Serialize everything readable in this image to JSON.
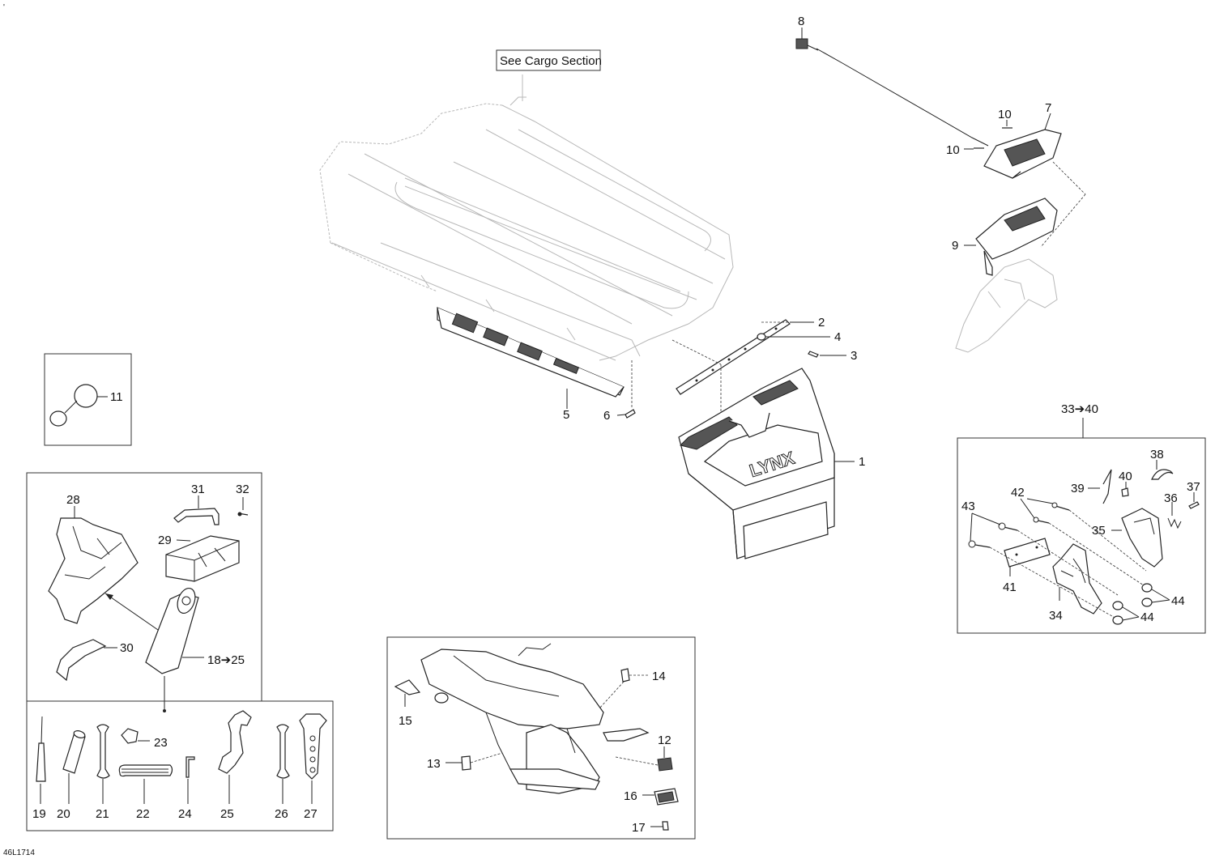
{
  "corner_mark": "'",
  "drawing_code": "46L1714",
  "callout_see_cargo": "See Cargo Section",
  "brand_on_flap": "LYNX",
  "callouts": {
    "c1": "1",
    "c2": "2",
    "c3": "3",
    "c4": "4",
    "c5": "5",
    "c6": "6",
    "c7": "7",
    "c8": "8",
    "c9": "9",
    "c10a": "10",
    "c10b": "10",
    "c11": "11",
    "c12": "12",
    "c13": "13",
    "c14": "14",
    "c15": "15",
    "c16": "16",
    "c17": "17",
    "c18_25": "18➔25",
    "c19": "19",
    "c20": "20",
    "c21": "21",
    "c22": "22",
    "c23": "23",
    "c24": "24",
    "c25": "25",
    "c26": "26",
    "c27": "27",
    "c28": "28",
    "c29": "29",
    "c30": "30",
    "c31": "31",
    "c32": "32",
    "c33_40": "33➔40",
    "c34": "34",
    "c35": "35",
    "c36": "36",
    "c37": "37",
    "c38": "38",
    "c39": "39",
    "c40": "40",
    "c41": "41",
    "c42": "42",
    "c43": "43",
    "c44a": "44",
    "c44b": "44"
  }
}
